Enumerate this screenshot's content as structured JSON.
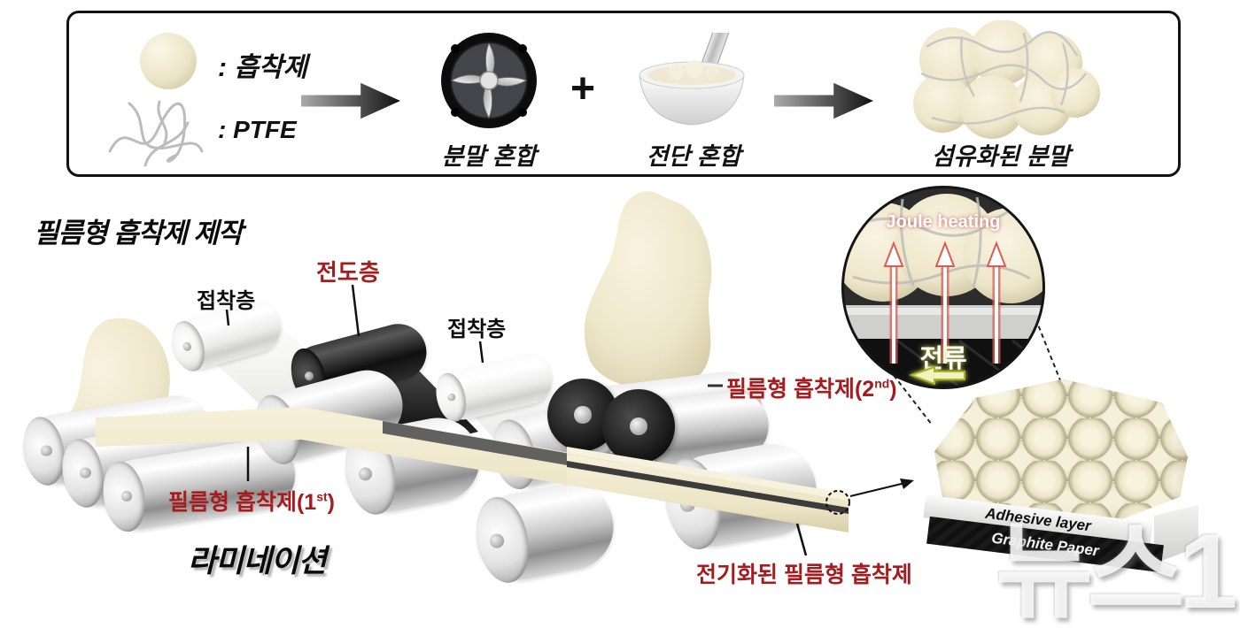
{
  "colors": {
    "accent_red": "#a61c1e",
    "cream": "#f0e9d0",
    "metal_gray": "#bfbfbf",
    "glow_yellow": "#cdd64e"
  },
  "legend": {
    "adsorbent_label": ": 흡착제",
    "ptfe_label": ": PTFE"
  },
  "process": {
    "powder_mixing_label": "분말 혼합",
    "plus": "+",
    "shear_mixing_label": "전단 혼합",
    "fiberized_powder_label": "섬유화된 분말"
  },
  "fabrication": {
    "title": "필름형 흡착제 제작",
    "adhesive_layer_label_1": "접착층",
    "conductive_layer_label": "전도층",
    "adhesive_layer_label_2": "접착층",
    "film_adsorbent_1st": {
      "text": "필름형 흡착제(1",
      "sup": "st",
      "suffix": ")"
    },
    "film_adsorbent_2nd": {
      "text": "필름형 흡착제(2",
      "sup": "nd",
      "suffix": ")"
    },
    "lamination_label": "라미네이션",
    "electrified_film_label": "전기화된 필름형 흡착제"
  },
  "inset": {
    "joule_heating_label": "Joule heating",
    "current_label": "전류"
  },
  "stack": {
    "adhesive_layer_label": "Adhesive layer",
    "graphite_paper_label": "Graphite Paper"
  },
  "watermark": "뉴스1"
}
